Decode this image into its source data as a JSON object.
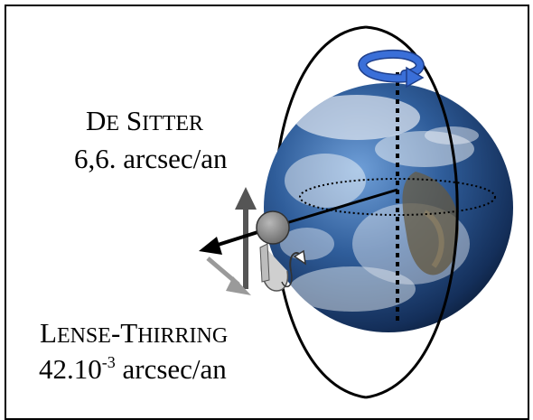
{
  "labels": {
    "de_sitter": {
      "name_cap1": "D",
      "name_small1": "E",
      "name_cap2": " S",
      "name_small2": "ITTER",
      "rate": "6,6. arcsec/an"
    },
    "lense_thirring": {
      "name_cap1": "L",
      "name_small1": "ENSE",
      "name_cap2": "-T",
      "name_small2": "HIRRING",
      "rate_base": "42.10",
      "rate_exp": "-3",
      "rate_unit": " arcsec/an"
    }
  },
  "colors": {
    "frame": "#000000",
    "earth_ocean": "#2f5d9a",
    "earth_cloud": "#e9eef4",
    "earth_land": "#6b5a3a",
    "rotation_arrow": "#3a6fd8",
    "satellite": "#8a8a8a",
    "arrow_dark": "#555555",
    "arrow_light": "#9a9a9a"
  }
}
